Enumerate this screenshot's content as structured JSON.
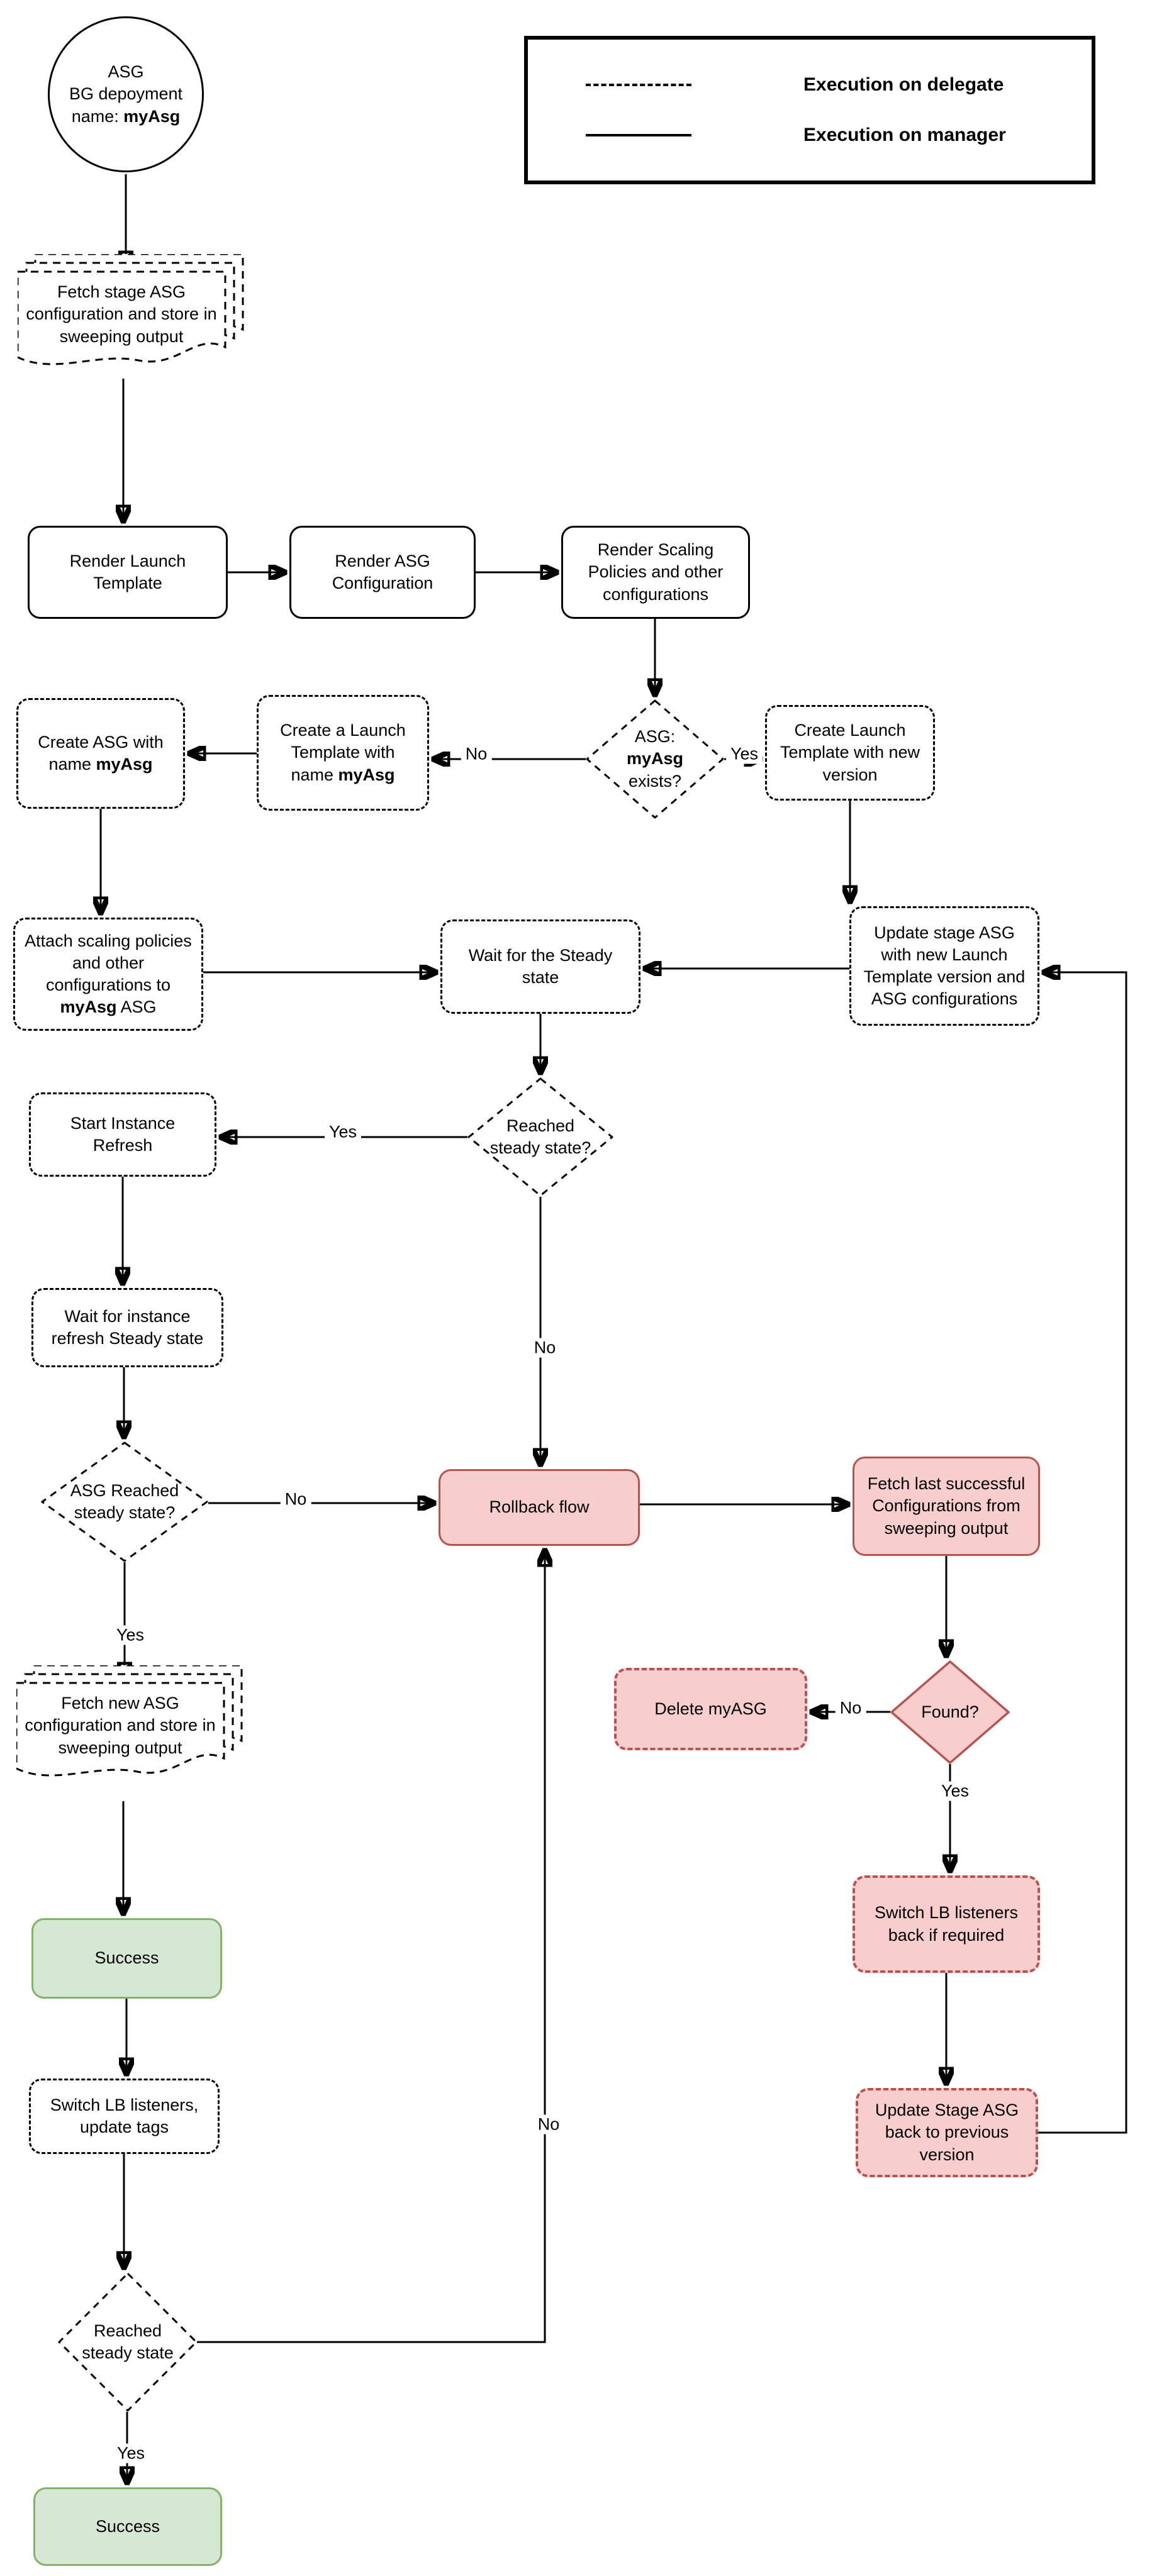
{
  "colors": {
    "red_fill": "#f8cecc",
    "red_stroke": "#b85450",
    "green_fill": "#d5e8d4",
    "green_stroke": "#82b366",
    "line": "#000000"
  },
  "legend": {
    "delegate": "Execution on delegate",
    "manager": "Execution on manager"
  },
  "nodes": {
    "start": {
      "l1": "ASG",
      "l2": "BG depoyment",
      "l3a": "name: ",
      "l3b": "myAsg"
    },
    "fetch_stage": "Fetch stage ASG configuration and store in sweeping output",
    "render_launch": "Render Launch Template",
    "render_asg": "Render ASG Configuration",
    "render_scaling": "Render Scaling Policies and other configurations",
    "asg_exists": {
      "a": "ASG:",
      "b": "myAsg",
      "c": " exists?"
    },
    "create_lt_new": "Create Launch Template with new version",
    "create_lt": {
      "a": "Create a Launch Template with name ",
      "b": "myAsg"
    },
    "create_asg": {
      "a": "Create ASG with name ",
      "b": "myAsg"
    },
    "attach": {
      "a": "Attach scaling policies and other configurations to ",
      "b": "myAsg",
      "c": " ASG"
    },
    "wait_steady": "Wait for the Steady state",
    "update_stage": "Update stage ASG with new Launch Template version and ASG configurations",
    "reached1": "Reached steady state?",
    "start_refresh": "Start Instance Refresh",
    "wait_refresh": "Wait for instance refresh Steady state",
    "asg_reached": "ASG Reached steady state?",
    "rollback": "Rollback flow",
    "fetch_last": "Fetch last successful Configurations from sweeping output",
    "found": "Found?",
    "delete": "Delete myASG",
    "switch_back": "Switch LB listeners back if required",
    "update_back": "Update Stage ASG back to previous version",
    "fetch_new": "Fetch new ASG configuration and store in sweeping output",
    "success1": "Success",
    "switch_lb": "Switch LB listeners, update tags",
    "reached2": "Reached steady state",
    "success2": "Success"
  },
  "labels": {
    "yes": "Yes",
    "no": "No"
  }
}
